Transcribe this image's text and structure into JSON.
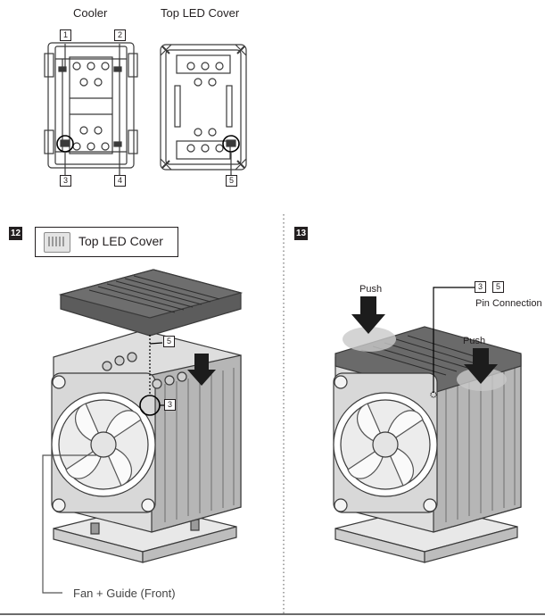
{
  "top": {
    "cooler_label": "Cooler",
    "cover_label": "Top LED Cover",
    "markers": [
      "1",
      "2",
      "3",
      "4",
      "5"
    ]
  },
  "step12": {
    "number": "12",
    "legend_label": "Top LED Cover",
    "callouts": [
      "5",
      "3"
    ],
    "fan_label": "Fan + Guide (Front)"
  },
  "step13": {
    "number": "13",
    "push_left": "Push",
    "push_right": "Push",
    "callouts": [
      "3",
      "5"
    ],
    "pin_label": "Pin Connection"
  },
  "colors": {
    "ink": "#231f20",
    "frame": "#3a3a3a",
    "arrow": "#1c1c1c",
    "highlight": "#c9c9c9"
  }
}
